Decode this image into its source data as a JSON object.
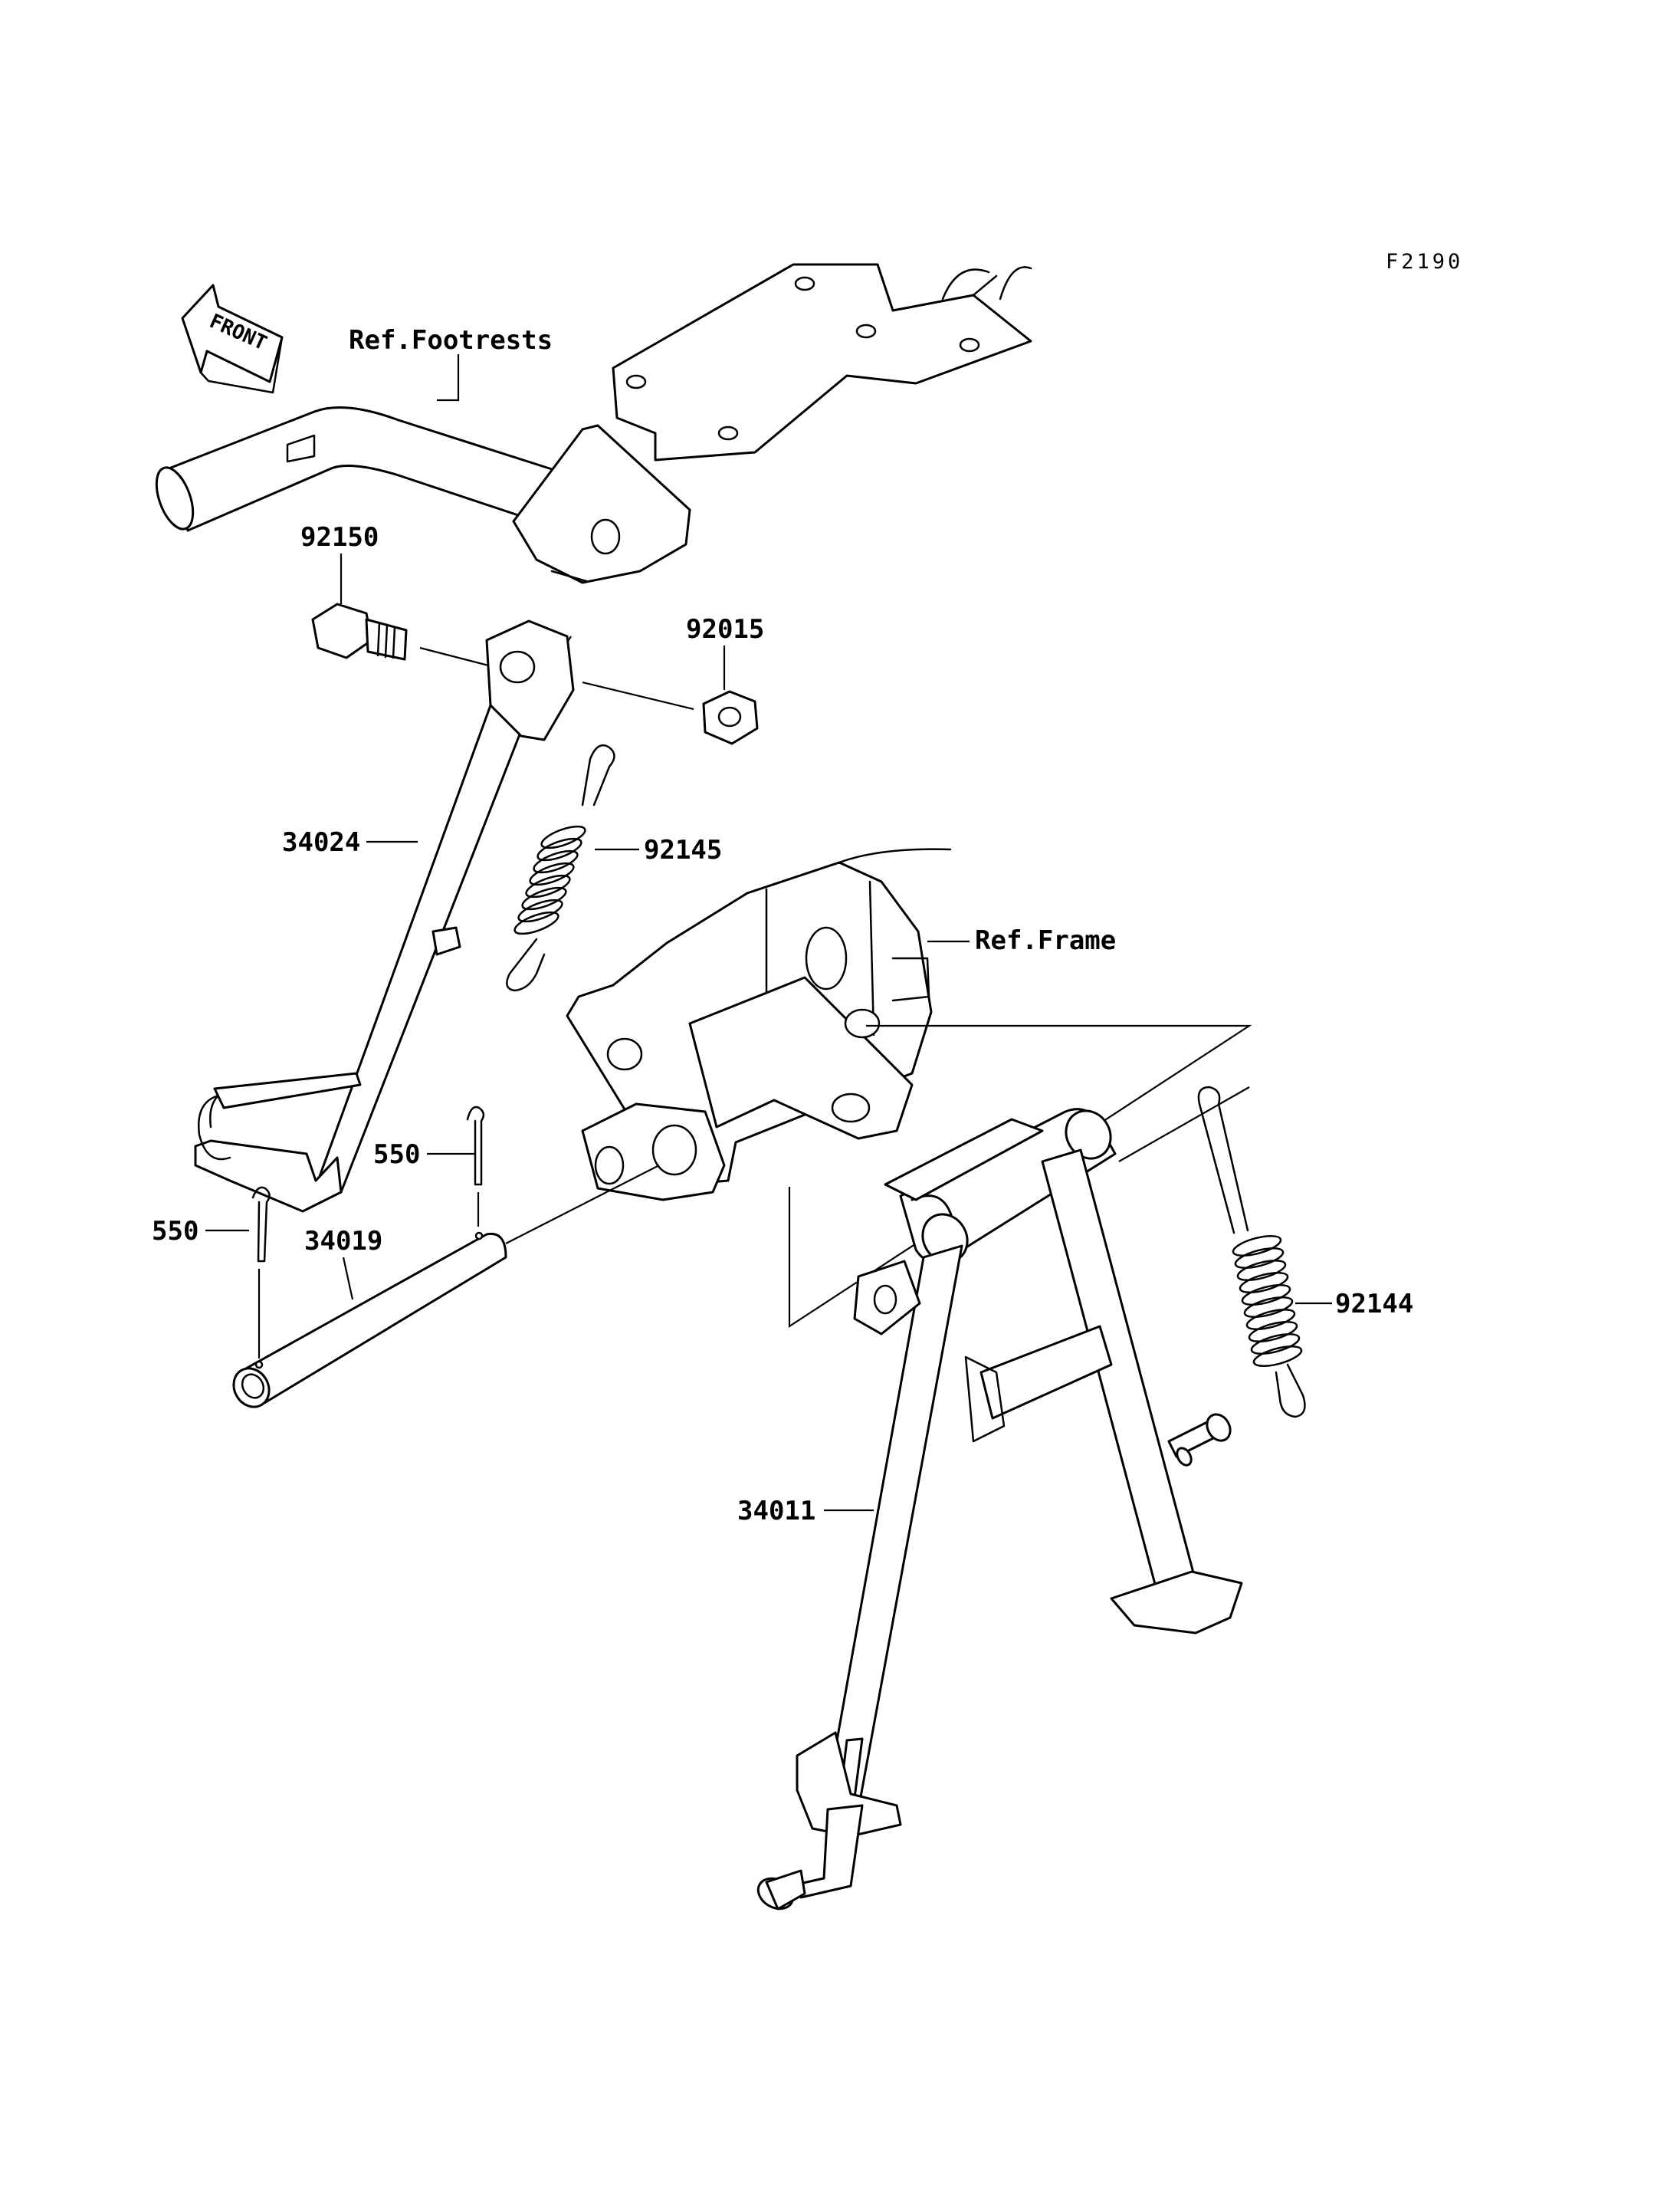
{
  "figure": {
    "code": "F2190"
  },
  "front_arrow": {
    "label": "FRONT"
  },
  "labels": {
    "ref_footrests": "Ref.Footrests",
    "ref_frame": "Ref.Frame",
    "p92150": "92150",
    "p92015": "92015",
    "p34024": "34024",
    "p92145": "92145",
    "p550a": "550",
    "p550b": "550",
    "p34019": "34019",
    "p92144": "92144",
    "p34011": "34011"
  }
}
